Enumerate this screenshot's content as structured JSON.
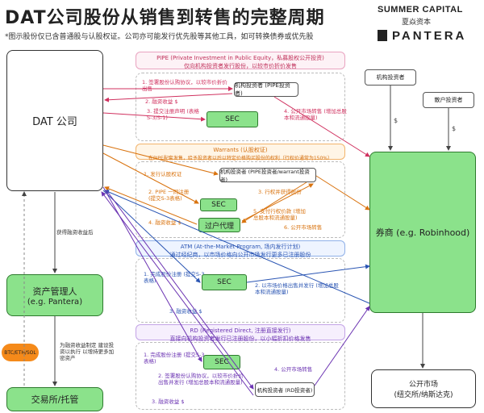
{
  "title": "DAT公司股份从销售到转售的完整周期",
  "subtitle": "*图示股份仅已含普通股与认股权证。公司亦可能发行优先股等其他工具，如可转换债券或优先股",
  "logos": {
    "summer_en": "SUMMER CAPITAL",
    "summer_cn": "夏焱资本",
    "pantera": "PANTERA"
  },
  "nodes": {
    "dat_company": "DAT 公司",
    "asset_manager": "资产管理人",
    "asset_manager_sub": "(e.g. Pantera)",
    "exchange": "交易所/托管",
    "broker": "券商 (e.g. Robinhood)",
    "public_market": "公开市场",
    "public_market_sub": "(纽交所/纳斯达克)",
    "institutional_investor": "机构投资者",
    "retail_investor": "散户投资者",
    "btc": "BTC/ETH/SOL"
  },
  "sections": {
    "pipe": {
      "header": "PIPE (Private Investment in Public Equity，私募股权公开投资)",
      "header2": "仅向机构投资者发行股份，以较市价折价发售",
      "steps": [
        "1. 签署股份认购协议，以较市价折价出售",
        "2. 融资收益 $",
        "3. 提交注册声明 (表格S-3/S-1)",
        "4. 公开市场转售 (增加总股本和流通股量)"
      ],
      "investor_box": "机构投资者 (PIPE投资者)",
      "sec": "SEC"
    },
    "warrants": {
      "header": "Warrants (认股权证)",
      "header2": "在PIPE配套发售，给予投资者以后以特定价格购买股份的权利（行权价通常为150%）",
      "steps": [
        "1. 发行认股权证",
        "2. PIPE 一同注册 (提交S-3表格)",
        "3. 行权并获得股份",
        "4. 融资收益 $",
        "5. 支付行权价款 (增加总股本和流通股量)",
        "6. 公开市场转售"
      ],
      "investor_box": "机构投资者 (PIPE投资者/warrant投资者)",
      "sec": "SEC",
      "agent": "过户代理"
    },
    "atm": {
      "header": "ATM (At-the-Market Program, 场内发行计划)",
      "header2": "通过经纪商，以市场价格向公开市场发行更多已注册股份",
      "steps": [
        "1. 完成股份注册 (提交S-3表格)",
        "2. 以市场价格出售并发行 (增加总股本和流通股量)",
        "3. 融资收益 $"
      ],
      "sec": "SEC"
    },
    "rd": {
      "header": "RD (Registered Direct, 注册直接发行)",
      "header2": "直接向机构投资者发行已注册股份，以小幅折扣价格发售",
      "steps": [
        "1. 完成股份注册 (提交S-3表格)",
        "2. 签署股份认购协议，以较市价折价出售并发行 (增加总股本和流通股量)",
        "3. 融资收益 $",
        "4. 公开市场转售"
      ],
      "investor_box": "机构投资者 (RD投资者)",
      "sec": "SEC"
    }
  },
  "side_labels": {
    "fund_flow": "获得融资收益后",
    "manage": "为融资收益制定 建设投资以执行 以增持更多加密资产"
  },
  "arrow_labels": {
    "dollar": "$"
  },
  "colors": {
    "green": "#8be28b",
    "pink": "#d0315f",
    "orange": "#d9730f",
    "blue": "#2a55b3",
    "purple": "#6b33b2",
    "btc": "#f58a1a"
  }
}
